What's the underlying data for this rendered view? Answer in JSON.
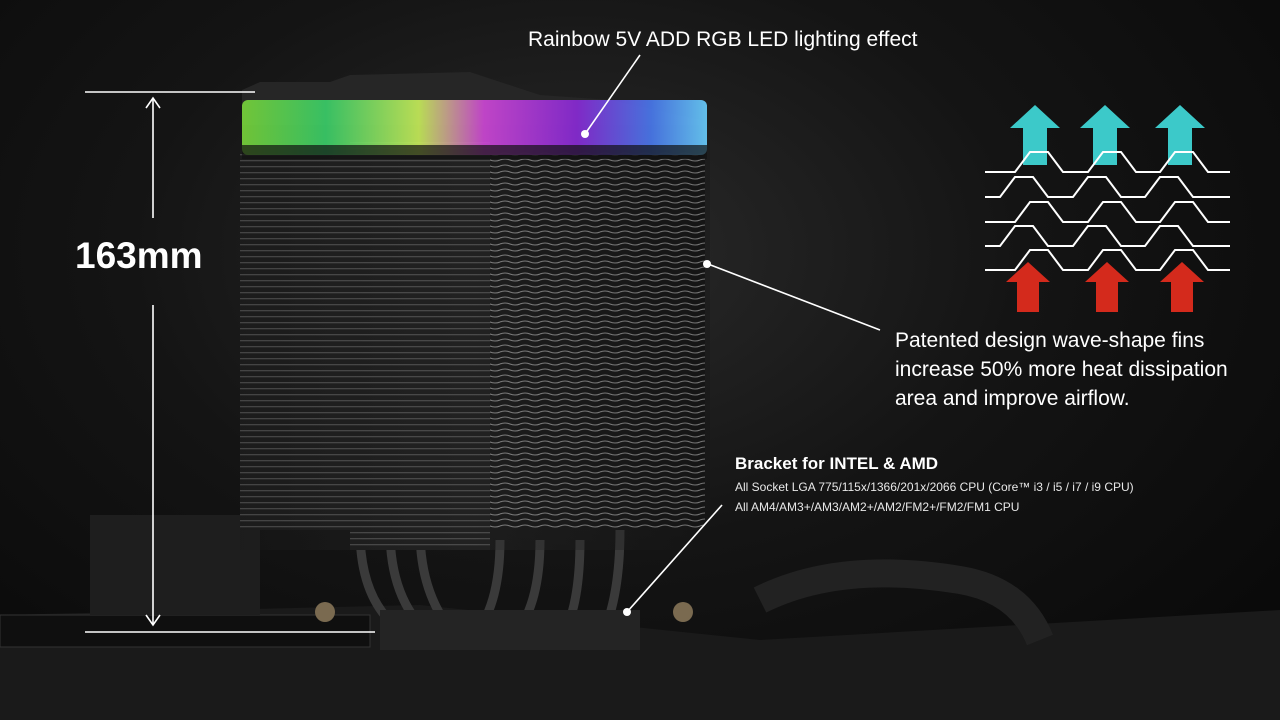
{
  "callouts": {
    "rgb": "Rainbow 5V ADD RGB LED lighting effect",
    "height": "163mm",
    "fins": [
      "Patented design wave-shape fins",
      "increase 50% more heat dissipation",
      "area and improve airflow."
    ],
    "bracket_title": "Bracket for INTEL & AMD",
    "bracket_lines": [
      "All Socket LGA 775/115x/1366/201x/2066 CPU (Core™ i3 / i5 / i7 / i9 CPU)",
      "All AM4/AM3+/AM3/AM2+/AM2/FM2+/FM2/FM1 CPU"
    ]
  },
  "colors": {
    "cool_arrow": "#3cc9c9",
    "hot_arrow": "#d42a1c",
    "line": "#ffffff"
  }
}
